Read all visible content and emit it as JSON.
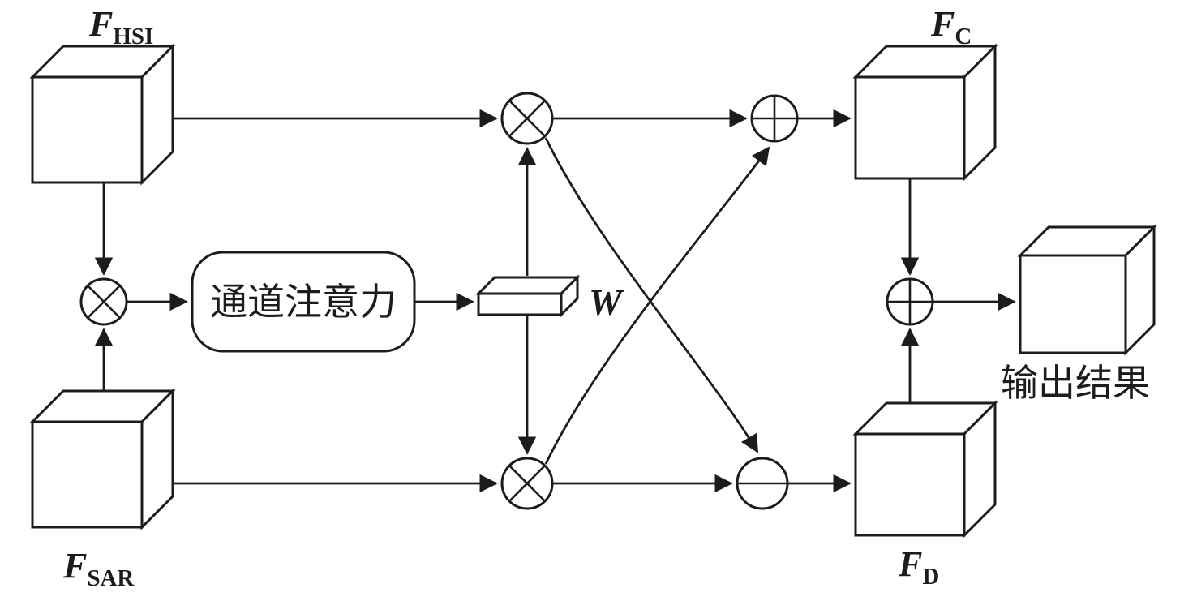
{
  "diagram": {
    "background": "#ffffff",
    "line_color": "#1c1c1c",
    "nodes": {
      "f_hsi": {
        "base": "F",
        "sub": "HSI",
        "kind": "feature-cube"
      },
      "f_sar": {
        "base": "F",
        "sub": "SAR",
        "kind": "feature-cube"
      },
      "f_c": {
        "base": "F",
        "sub": "C",
        "kind": "feature-cube"
      },
      "f_d": {
        "base": "F",
        "sub": "D",
        "kind": "feature-cube"
      },
      "weight": {
        "label": "W",
        "kind": "weight-slab"
      },
      "channel_attention": {
        "label": "通道注意力",
        "kind": "process-box"
      },
      "output": {
        "label": "输出结果",
        "kind": "result-cube"
      }
    },
    "operators": {
      "left_multiply": "⊗",
      "top_multiply": "⊗",
      "bottom_multiply": "⊗",
      "top_add": "⊕",
      "subtract": "⊖",
      "right_add": "⊕"
    }
  }
}
